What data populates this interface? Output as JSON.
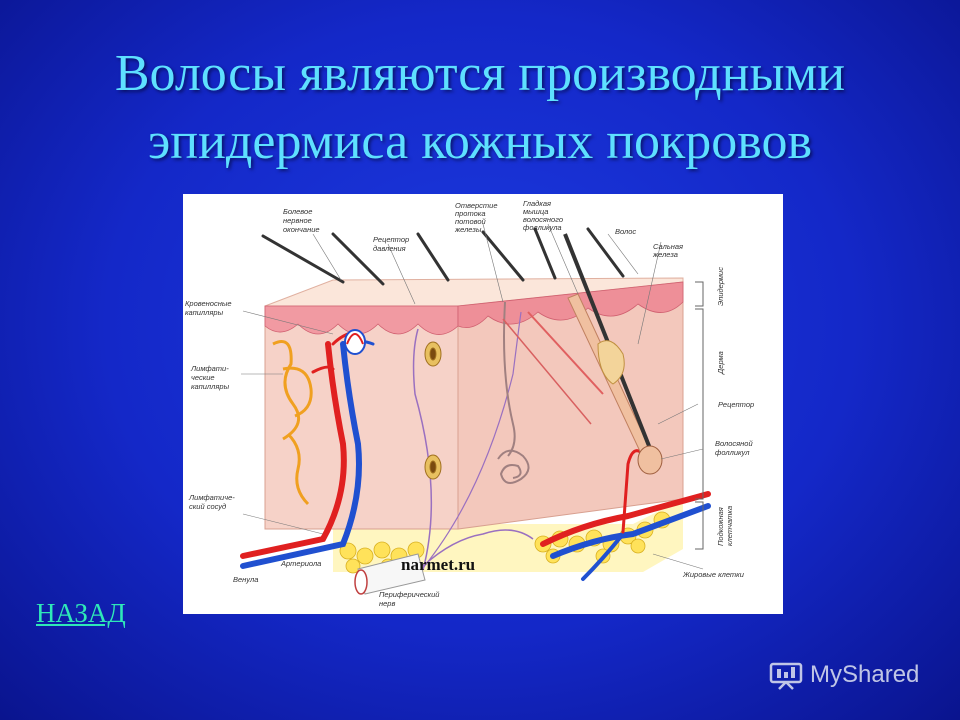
{
  "slide": {
    "title_line1": "Волосы являются производными",
    "title_line2": "эпидермиса кожных покровов",
    "back_link": "НАЗАД"
  },
  "figure": {
    "labels": {
      "pain_endings_1": "Болевое",
      "pain_endings_2": "нервное",
      "pain_endings_3": "окончание",
      "pressure_receptor_1": "Рецептор",
      "pressure_receptor_2": "давления",
      "sweat_duct_1": "Отверстие",
      "sweat_duct_2": "протока",
      "sweat_duct_3": "потовой",
      "sweat_duct_4": "железы",
      "smooth_muscle_1": "Гладкая",
      "smooth_muscle_2": "мышца",
      "smooth_muscle_3": "волосяного",
      "smooth_muscle_4": "фолликула",
      "hair": "Волос",
      "sebaceous_1": "Сальная",
      "sebaceous_2": "железа",
      "blood_capillaries_1": "Кровеносные",
      "blood_capillaries_2": "капилляры",
      "lymph_capillaries_1": "Лимфати-",
      "lymph_capillaries_2": "ческие",
      "lymph_capillaries_3": "капилляры",
      "lymph_vessel_1": "Лимфатиче-",
      "lymph_vessel_2": "ский сосуд",
      "venule": "Венула",
      "arteriole": "Артериола",
      "peripheral_nerve_1": "Периферический",
      "peripheral_nerve_2": "нерв",
      "epidermis": "Эпидермис",
      "dermis": "Дерма",
      "receptor": "Рецептор",
      "follicle_1": "Волосяной",
      "follicle_2": "фолликул",
      "subcutaneous_1": "Подкожная",
      "subcutaneous_2": "клетчатка",
      "fat_cells": "Жировые клетки"
    },
    "watermark": "narmet.ru"
  },
  "brand": {
    "name": "MyShared",
    "icon": "presentation-icon"
  },
  "colors": {
    "title": "#5ee0ff",
    "back_link": "#2fe8b8",
    "artery": "#e02020",
    "vein": "#2050d0",
    "dermis": "#f6d2c8",
    "fat": "#ffe25a"
  }
}
